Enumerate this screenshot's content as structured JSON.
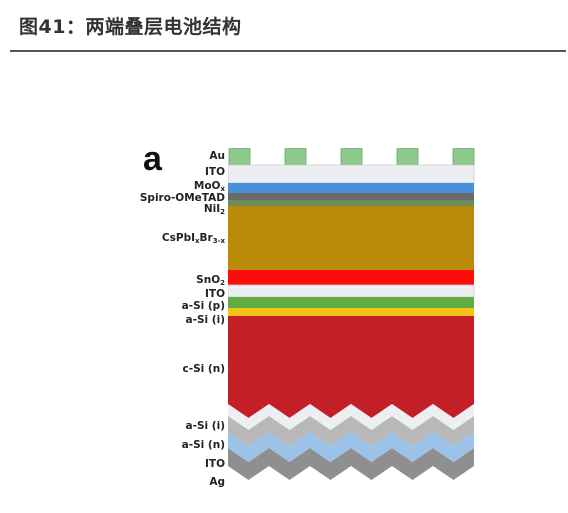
{
  "header": {
    "title": "图41：两端叠层电池结构"
  },
  "figure": {
    "panel_letter": "a",
    "layers": [
      {
        "id": "au",
        "label": "Au",
        "sub": "",
        "color": "#8cc98c"
      },
      {
        "id": "ito-top",
        "label": "ITO",
        "sub": "",
        "color": "#eceef2"
      },
      {
        "id": "moox",
        "label": "MoO",
        "sub": "x",
        "color": "#4a90d9"
      },
      {
        "id": "spiro",
        "label": "Spiro-OMeTAD",
        "sub": "",
        "color": "#6b6b6b"
      },
      {
        "id": "nil2",
        "label": "NiI",
        "sub": "2",
        "color": "#6d8c5c"
      },
      {
        "id": "perovskite",
        "label": "CsPbI",
        "sub": "x",
        "label_mid": "Br",
        "sub2": "3-x",
        "color": "#bb8a08"
      },
      {
        "id": "sno2",
        "label": "SnO",
        "sub": "2",
        "color": "#ff0b0b"
      },
      {
        "id": "ito-mid",
        "label": "ITO",
        "sub": "",
        "color": "#eceef2"
      },
      {
        "id": "asi-p",
        "label": "a-Si (p)",
        "sub": "",
        "color": "#62ad43"
      },
      {
        "id": "asi-i-top",
        "label": "a-Si (i)",
        "sub": "",
        "color": "#f5c21b"
      },
      {
        "id": "csi-n",
        "label": "c-Si (n)",
        "sub": "",
        "color": "#c41e26"
      },
      {
        "id": "asi-i-bot",
        "label": "a-Si (i)",
        "sub": "",
        "color": "#eceef2"
      },
      {
        "id": "asi-n",
        "label": "a-Si (n)",
        "sub": "",
        "color": "#b8b8b8"
      },
      {
        "id": "ito-bot",
        "label": "ITO",
        "sub": "",
        "color": "#9cc2e8"
      },
      {
        "id": "ag",
        "label": "Ag",
        "sub": "",
        "color": "#8f8f8f"
      }
    ]
  }
}
